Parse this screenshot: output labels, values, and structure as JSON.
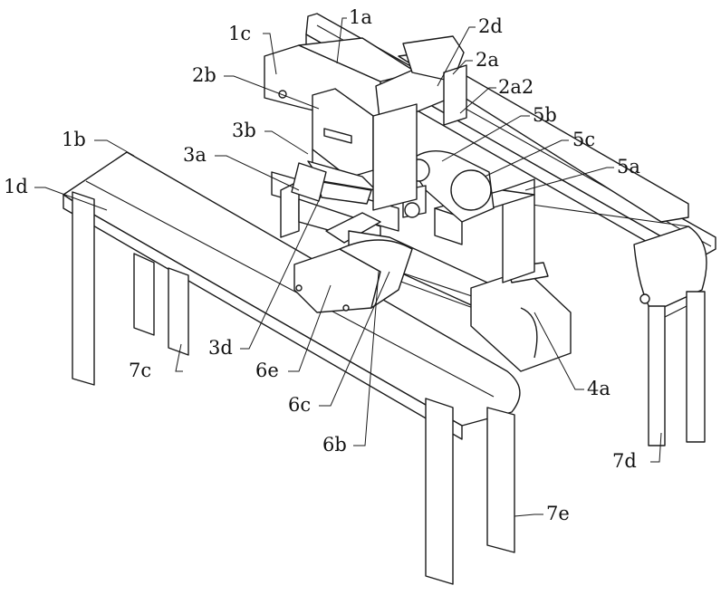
{
  "figure": {
    "labels": {
      "l1a": "1a",
      "l1b": "1b",
      "l1c": "1c",
      "l1d": "1d",
      "l2a": "2a",
      "l2a2": "2a2",
      "l2b": "2b",
      "l2d": "2d",
      "l3a": "3a",
      "l3b": "3b",
      "l3d": "3d",
      "l4a": "4a",
      "l5a": "5a",
      "l5b": "5b",
      "l5c": "5c",
      "l6b": "6b",
      "l6c": "6c",
      "l6e": "6e",
      "l7c": "7c",
      "l7d": "7d",
      "l7e": "7e"
    }
  }
}
